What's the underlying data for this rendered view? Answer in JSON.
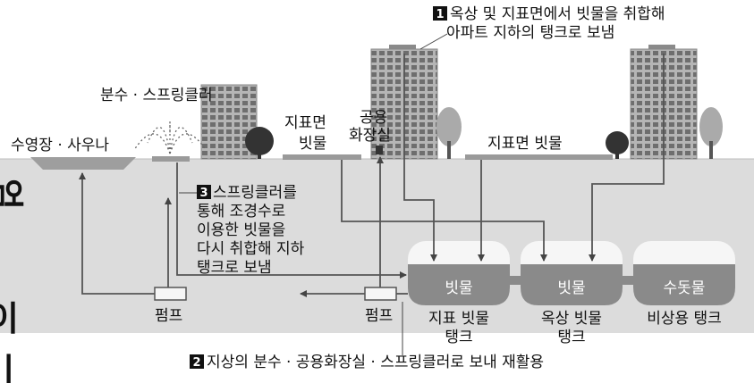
{
  "notes": {
    "n1": {
      "badge": "1",
      "line1": "옥상 및 지표면에서 빗물을 취합해",
      "line2": "아파트 지하의 탱크로 보냄"
    },
    "n2": {
      "badge": "2",
      "text": "지상의 분수 · 공용화장실 · 스프링클러로 보내 재활용"
    },
    "n3": {
      "badge": "3",
      "lines": [
        "스프링클러를",
        "통해 조경수로",
        "이용한 빗물을",
        "다시 취합해 지하",
        "탱크로 보냄"
      ]
    }
  },
  "labels": {
    "pool": "수영장 · 사우나",
    "fountain": "분수 · 스프링클러",
    "surface_rain_left": [
      "지표면",
      "빗물"
    ],
    "toilet": [
      "공용",
      "화장실"
    ],
    "surface_rain_right": "지표면 빗물",
    "pump_left": "펌프",
    "pump_right": "펌프"
  },
  "tanks": [
    {
      "inside": "빗물",
      "caption": [
        "지표 빗물",
        "탱크"
      ]
    },
    {
      "inside": "빗물",
      "caption": [
        "옥상 빗물",
        "탱크"
      ]
    },
    {
      "inside": "수돗물",
      "caption": [
        "비상용 탱크"
      ]
    }
  ],
  "edge_text": {
    "top": "엄",
    "mid": "이",
    "bottom": "ㅣ"
  },
  "colors": {
    "ground": "#dcdcdc",
    "tank_water": "#8a8a8a",
    "tank_top": "#f6f6f6",
    "line": "#555555"
  }
}
